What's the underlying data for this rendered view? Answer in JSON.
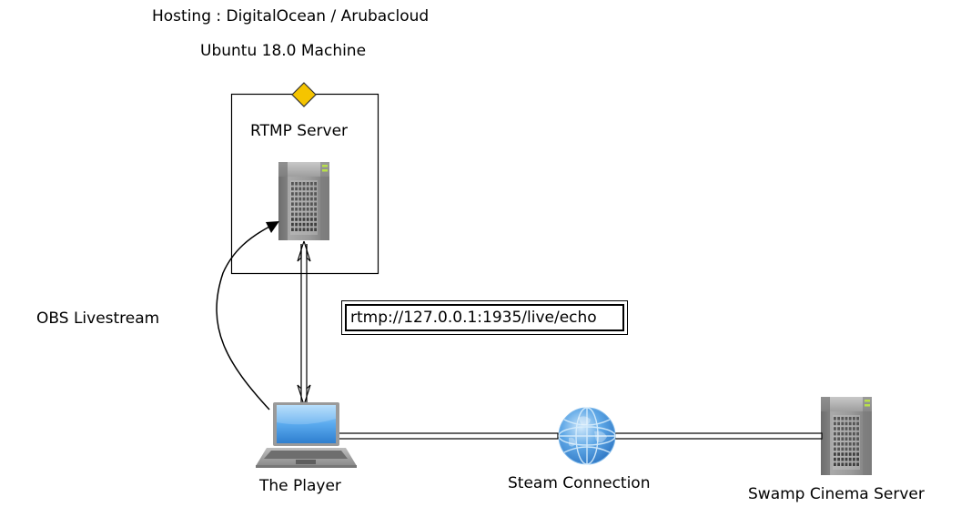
{
  "diagram": {
    "hosting_label": "Hosting : DigitalOcean / Arubacloud",
    "machine_label": "Ubuntu 18.0 Machine",
    "nodes": {
      "rtmp_server": {
        "label": "RTMP Server",
        "icon": "server-icon"
      },
      "player": {
        "label": "The Player",
        "icon": "laptop-icon"
      },
      "steam": {
        "label": "Steam Connection",
        "icon": "globe-icon"
      },
      "swamp": {
        "label": "Swamp Cinema Server",
        "icon": "server-icon"
      }
    },
    "edges": {
      "obs": {
        "label": "OBS Livestream",
        "from": "The Player",
        "to": "RTMP Server",
        "style": "curved-arrow"
      },
      "rtmp_link": {
        "label": "rtmp://127.0.0.1:1935/live/echo",
        "from": "The Player",
        "to": "RTMP Server",
        "style": "double-line-bidirectional"
      },
      "player_steam": {
        "from": "The Player",
        "to": "Steam Connection",
        "style": "double-line"
      },
      "steam_swamp": {
        "from": "Steam Connection",
        "to": "Swamp Cinema Server",
        "style": "double-line"
      }
    },
    "colors": {
      "diamond": "#f5c400",
      "laptop_screen": "#4a9be0",
      "globe": "#5aa2e0",
      "server": "#8a8a8a",
      "server_led": "#b8e04a"
    }
  }
}
